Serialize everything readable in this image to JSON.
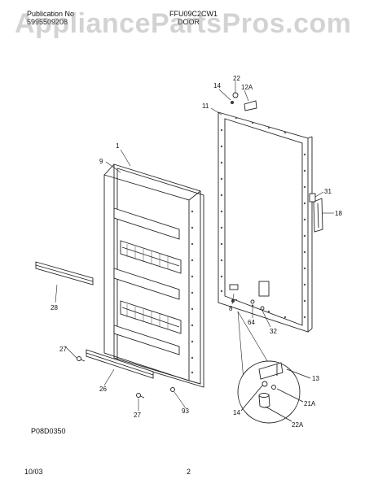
{
  "header": {
    "publication_label": "Publication No",
    "publication_number": "5995509208",
    "model": "FFU09C2CW1",
    "section": "DOOR"
  },
  "watermark": "AppliancePartsPros.com",
  "diagram_code": "P08D0350",
  "footer": {
    "date": "10/03",
    "page": "2"
  },
  "callouts": {
    "c1": "1",
    "c9": "9",
    "c11": "11",
    "c12a": "12A",
    "c13": "13",
    "c14a": "14",
    "c14b": "14",
    "c18": "18",
    "c21a": "21A",
    "c22": "22",
    "c22a": "22A",
    "c26": "26",
    "c27a": "27",
    "c27b": "27",
    "c28": "28",
    "c31": "31",
    "c32": "32",
    "c64": "64",
    "c8": "8",
    "c93": "93"
  }
}
